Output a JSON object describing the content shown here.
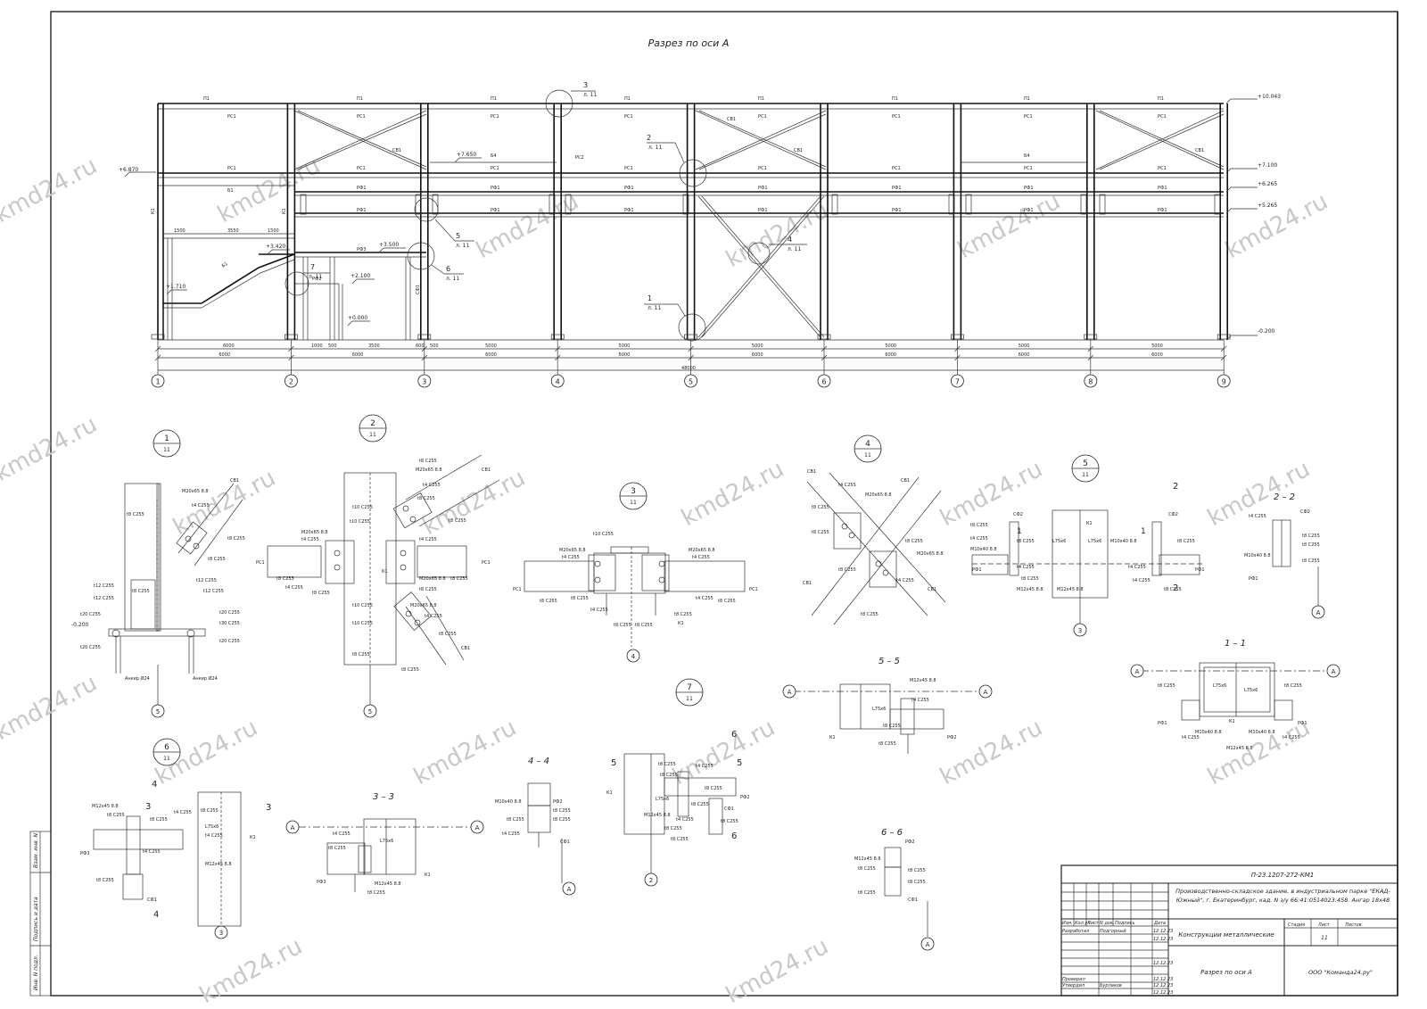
{
  "title": "Разрез по оси А",
  "axes": [
    "1",
    "2",
    "3",
    "4",
    "5",
    "6",
    "7",
    "8",
    "9"
  ],
  "total_dim": "48000",
  "span_dim": "6000",
  "sub_dim": "5000",
  "levels": {
    "top": "+10.043",
    "l7100": "+7.100",
    "l6265": "+6.265",
    "l5265": "+5.265",
    "base": "-0.200",
    "l6870": "+6.870",
    "l7650": "+7.650",
    "l3420": "+3.420",
    "l3500": "+3.500",
    "l2100": "+2.100",
    "l1710": "+1.710",
    "l0000": "+0.000"
  },
  "callouts": {
    "c1": {
      "num": "1",
      "sheet": "л. 11"
    },
    "c2": {
      "num": "2",
      "sheet": "л. 11"
    },
    "c3": {
      "num": "3",
      "sheet": "л. 11"
    },
    "c4": {
      "num": "4",
      "sheet": "л. 11"
    },
    "c5": {
      "num": "5",
      "sheet": "л. 11"
    },
    "c6": {
      "num": "6",
      "sheet": "л. 11"
    },
    "c7": {
      "num": "7",
      "sheet": "л. 11"
    }
  },
  "members": {
    "p1": "П1",
    "rs1": "РС1",
    "rs2": "РС2",
    "rf1": "РФ1",
    "rf2": "РФ2",
    "rf3": "РФ3",
    "k1": "К1",
    "sv1": "СВ1",
    "sf1": "СФ1",
    "sf2": "СФ2",
    "b1": "Б1",
    "b4": "Б4"
  },
  "stair_dims": [
    "1500",
    "3550",
    "1500"
  ],
  "dims_row": [
    "6000",
    "1000",
    "500",
    "3500",
    "600",
    "500"
  ],
  "nodes": {
    "n1": {
      "num": "1",
      "sheet": "11"
    },
    "n2": {
      "num": "2",
      "sheet": "11"
    },
    "n3": {
      "num": "3",
      "sheet": "11"
    },
    "n4": {
      "num": "4",
      "sheet": "11"
    },
    "n5": {
      "num": "5",
      "sheet": "11"
    },
    "n6": {
      "num": "6",
      "sheet": "11"
    },
    "n7": {
      "num": "7",
      "sheet": "11"
    }
  },
  "sections": {
    "s22": "2 – 2",
    "s11": "1 – 1",
    "s55": "5 – 5",
    "s44": "4 – 4",
    "s33": "3 – 3",
    "s66": "6 – 6"
  },
  "labels": {
    "c255_18": "t8 C255",
    "c255_14": "t4 C255",
    "c255_10": "t10 C255",
    "c255_12": "t12 C255",
    "c255_20": "t20 C255",
    "c255_30": "t30 C255",
    "bolt20": "M20x65 8.8",
    "bolt12": "M12x45 8.8",
    "bolt10": "M10x40 8.8",
    "angle": "L75x6",
    "anchor": "Анкер Ø24",
    "axA": "А"
  },
  "watermark": "kmd24.ru",
  "stamp": {
    "code": "П-23.1207-272-КМ1",
    "project": "Производственно-складское здание, в индустриальном парке \"ЕКАД-Южный\", г. Екатеринбург, кад. N з/у 66:41:0514023:458. Ангар 18х48",
    "section": "Конструкции металлические",
    "sheet_title": "Разрез по оси А",
    "company": "ООО \"Команда24.ру\"",
    "stage_h": "Стадия",
    "sheet_h": "Лист",
    "sheets_h": "Листов",
    "sheet_no": "11",
    "col_headers": [
      "Изм.",
      "Кол.уч",
      "Лист",
      "N док.",
      "Подпись",
      "Дата"
    ],
    "rows": [
      {
        "role": "Разработал",
        "name": "Подгорный",
        "date": "12.12.23"
      },
      {
        "role": "Проверил",
        "name": "",
        "date": "12.12.23"
      },
      {
        "role": "Утвердил",
        "name": "Бурлаков",
        "date": "12.12.23"
      }
    ]
  },
  "side": {
    "inv_sub": "Инв. N подл.",
    "sign_date": "Подпись и дата",
    "inv_rep": "Взам. инв. N"
  }
}
